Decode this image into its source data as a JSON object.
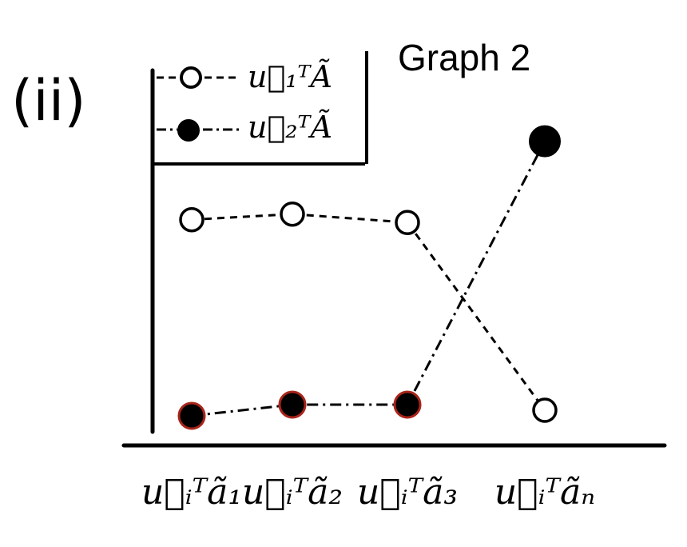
{
  "panel_label": "(ii)",
  "chart_data": {
    "type": "line",
    "title": "Graph 2",
    "categories": [
      "u⃗ᵢᵀã₁",
      "u⃗ᵢᵀã₂",
      "u⃗ᵢᵀã₃",
      "u⃗ᵢᵀãₙ"
    ],
    "series": [
      {
        "name": "u⃗₁ᵀÃ",
        "marker": "open-circle",
        "line": "dashed",
        "values": [
          0.72,
          0.74,
          0.71,
          0.04
        ]
      },
      {
        "name": "u⃗₂ᵀÃ",
        "marker": "filled-circle",
        "line": "dash-dot",
        "values": [
          0.02,
          0.06,
          0.06,
          1.0
        ]
      }
    ],
    "ylim": [
      0,
      1.15
    ],
    "grid": false,
    "legend": "top-left"
  }
}
